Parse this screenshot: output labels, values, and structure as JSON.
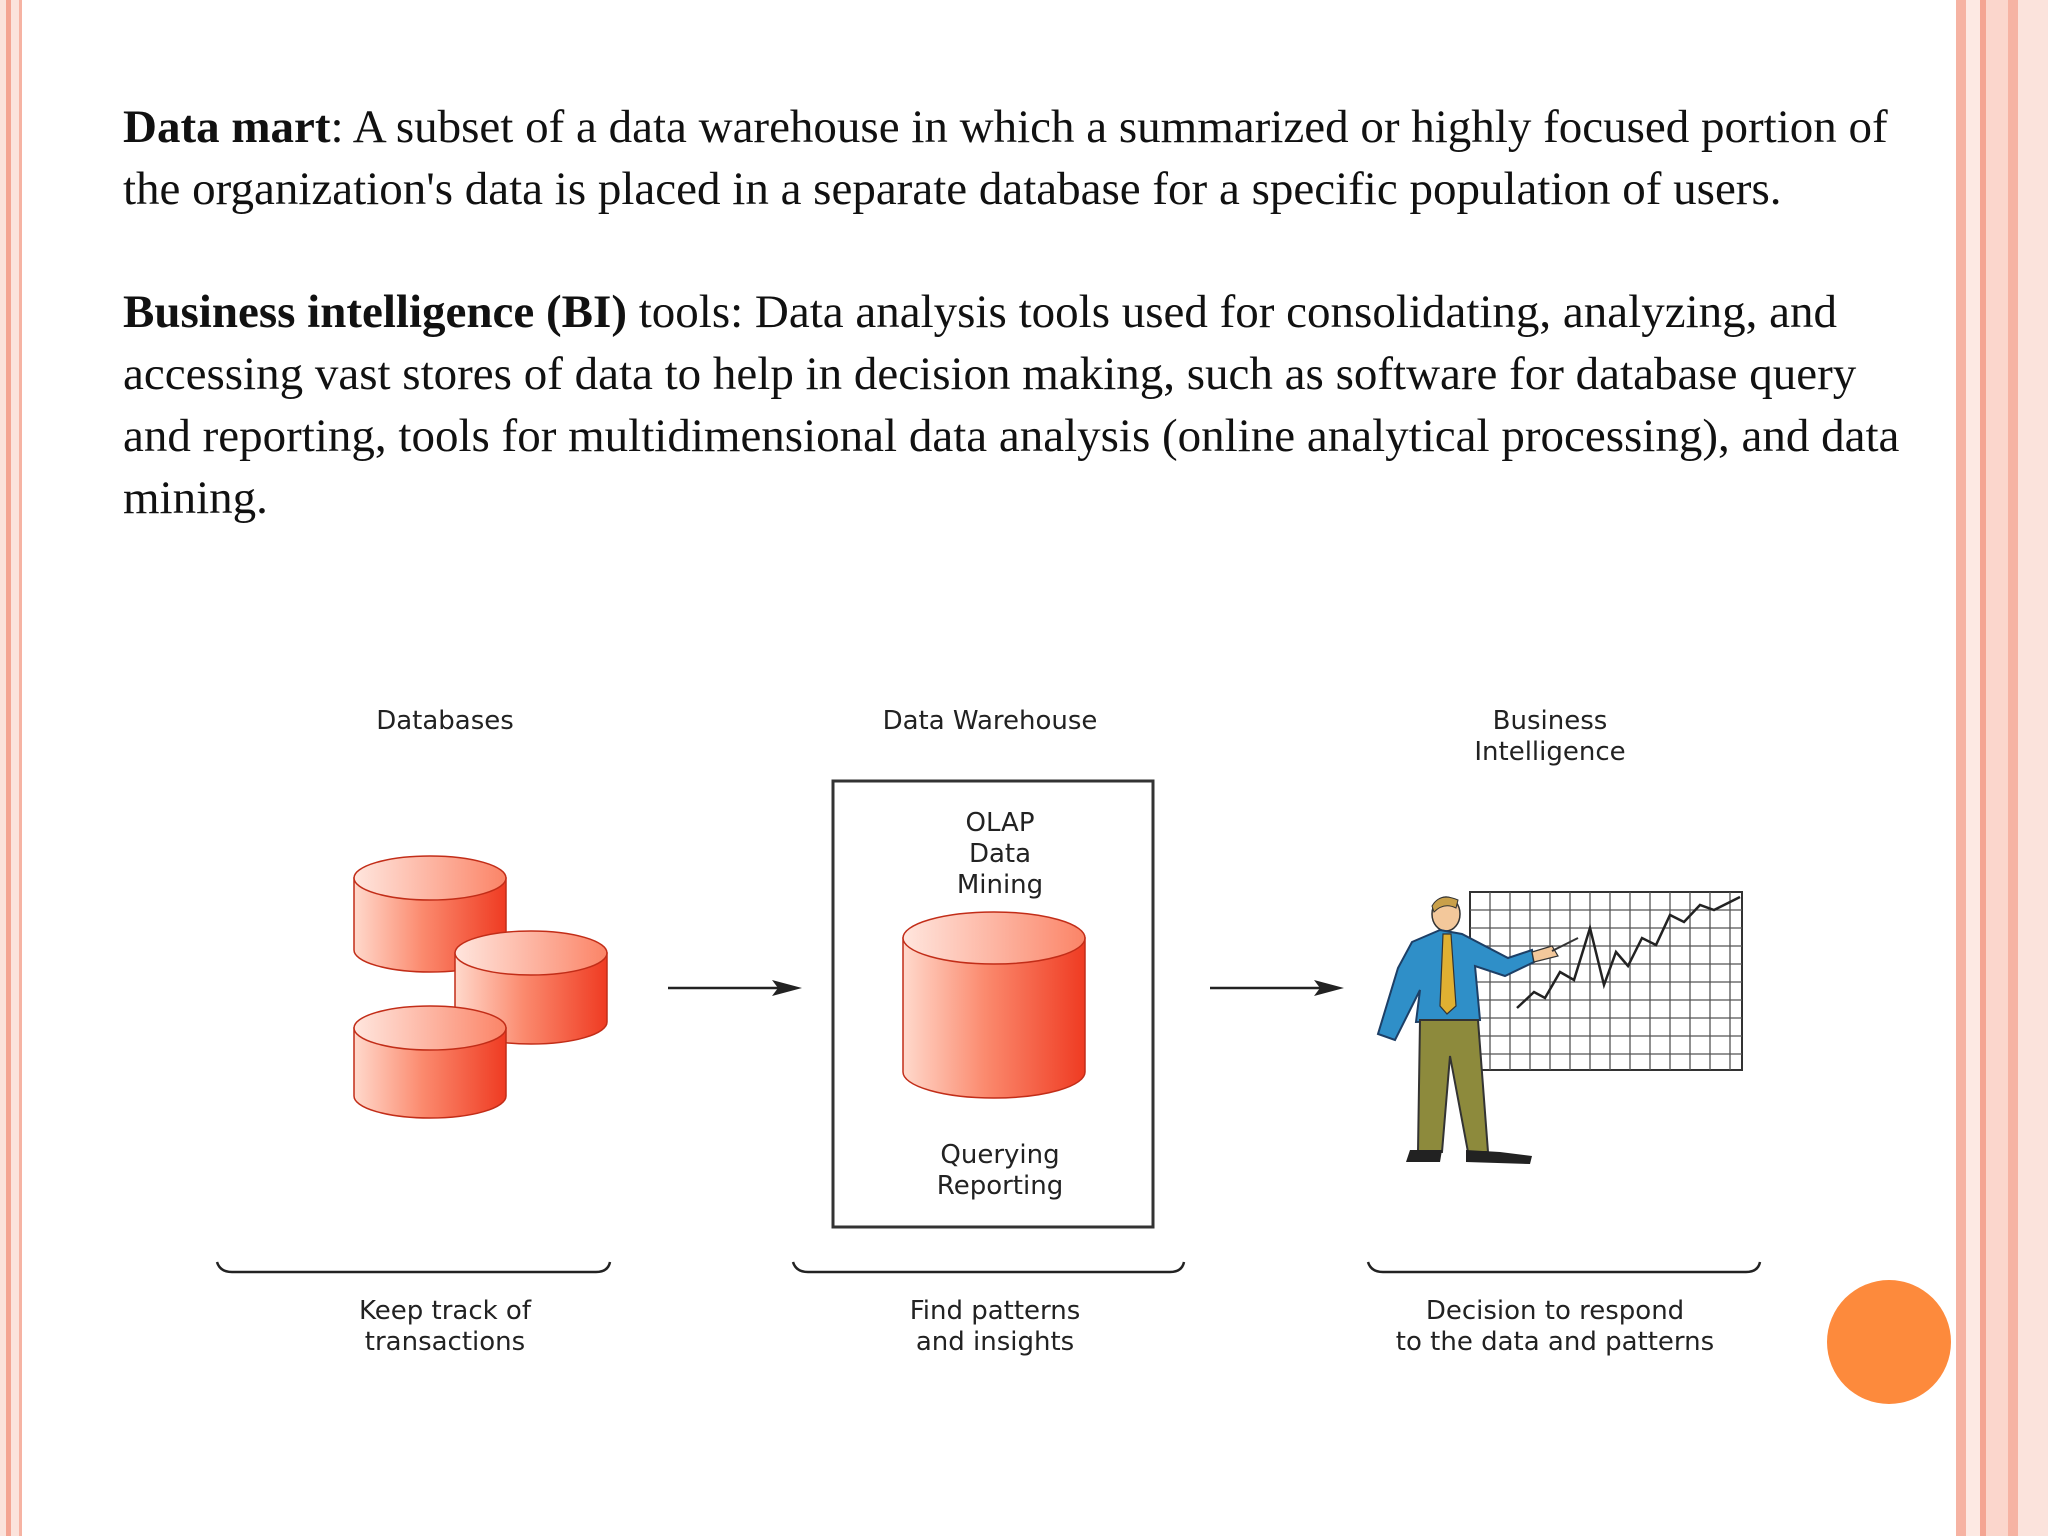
{
  "paragraphs": {
    "data_mart": {
      "term": "Data mart",
      "definition": ": A subset of a data warehouse in which a summarized or highly focused portion of the organization's data is placed in a separate database for a specific population of users."
    },
    "bi_tools": {
      "term": "Business intelligence (BI)",
      "definition": " tools: Data analysis tools used for consolidating, analyzing, and accessing vast stores of data to help in decision making, such as software for database query and reporting, tools for multidimensional data analysis (online analytical processing), and data mining."
    }
  },
  "diagram": {
    "stages": [
      {
        "title": "Databases",
        "caption_line1": "Keep track of",
        "caption_line2": "transactions"
      },
      {
        "title": "Data Warehouse",
        "top_line1": "OLAP",
        "top_line2": "Data",
        "top_line3": "Mining",
        "bottom_line1": "Querying",
        "bottom_line2": "Reporting",
        "caption_line1": "Find patterns",
        "caption_line2": "and insights"
      },
      {
        "title_line1": "Business",
        "title_line2": "Intelligence",
        "caption_line1": "Decision to respond",
        "caption_line2": "to the data and patterns"
      }
    ],
    "colors": {
      "cylinder_main": "#f04a2c",
      "cylinder_light": "#ffd9cc",
      "accent_dot": "#fd8a3c",
      "frame": "#f6b3a3"
    }
  }
}
